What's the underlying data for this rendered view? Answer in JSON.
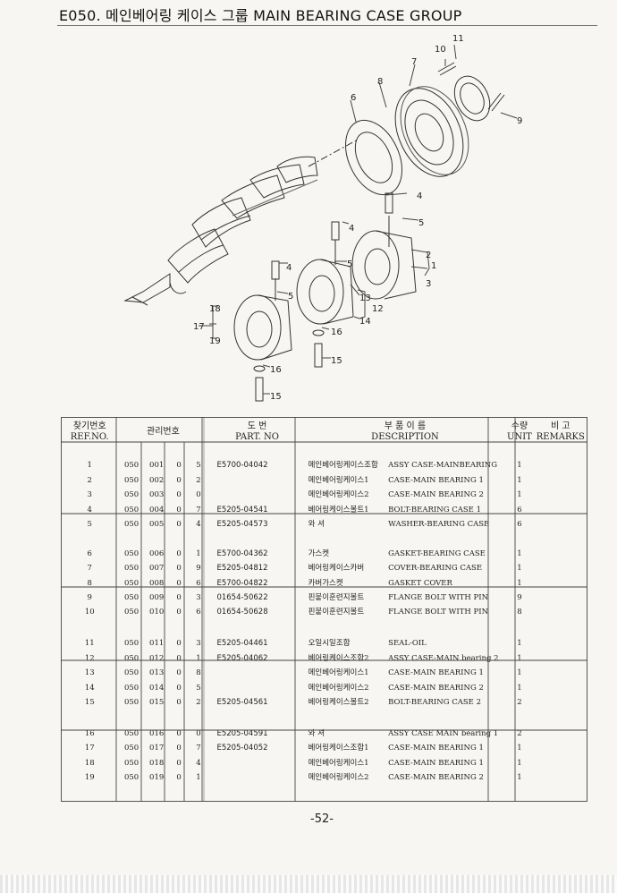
{
  "title": "E050. 메인베어링 케이스 그룹 MAIN BEARING CASE GROUP",
  "diagram_callouts": [
    "1",
    "2",
    "3",
    "4",
    "4",
    "4",
    "5",
    "5",
    "5",
    "6",
    "7",
    "8",
    "9",
    "10",
    "11",
    "12",
    "13",
    "14",
    "15",
    "15",
    "16",
    "16",
    "17",
    "18",
    "19"
  ],
  "headers": {
    "ref_kor": "찾기번호",
    "ref_eng": "REF.NO.",
    "mgmt": "관리번호",
    "drawing_kor": "도 번",
    "part_no": "PART. NO",
    "name_kor": "부 품 이 름",
    "description": "DESCRIPTION",
    "qty_kor": "수량",
    "unit": "UNIT",
    "remarks_kor": "비 고",
    "remarks": "REMARKS"
  },
  "groups": [
    [
      {
        "ref": "1",
        "m1": "050",
        "m2": "001",
        "m3": "0",
        "m4": "5",
        "part": "E5700-04042",
        "kor": "메인베어링케이스조합",
        "desc": "ASSY CASE-MAINBEARING",
        "unit": "1"
      },
      {
        "ref": "2",
        "m1": "050",
        "m2": "002",
        "m3": "0",
        "m4": "2",
        "part": "",
        "kor": "메인베어링케이스1",
        "desc": "CASE-MAIN BEARING 1",
        "unit": "1"
      },
      {
        "ref": "3",
        "m1": "050",
        "m2": "003",
        "m3": "0",
        "m4": "0",
        "part": "",
        "kor": "메인베어링케이스2",
        "desc": "CASE-MAIN BEARING 2",
        "unit": "1"
      },
      {
        "ref": "4",
        "m1": "050",
        "m2": "004",
        "m3": "0",
        "m4": "7",
        "part": "E5205-04541",
        "kor": "베어링케이스볼트1",
        "desc": "BOLT-BEARING CASE 1",
        "unit": "6"
      },
      {
        "ref": "5",
        "m1": "050",
        "m2": "005",
        "m3": "0",
        "m4": "4",
        "part": "E5205-04573",
        "kor": "와 셔",
        "desc": "WASHER-BEARING CASE",
        "unit": "6"
      }
    ],
    [
      {
        "ref": "6",
        "m1": "050",
        "m2": "006",
        "m3": "0",
        "m4": "1",
        "part": "E5700-04362",
        "kor": "가스켓",
        "desc": "GASKET-BEARING CASE",
        "unit": "1"
      },
      {
        "ref": "7",
        "m1": "050",
        "m2": "007",
        "m3": "0",
        "m4": "9",
        "part": "E5205-04812",
        "kor": "베어링케이스카버",
        "desc": "COVER-BEARING CASE",
        "unit": "1"
      },
      {
        "ref": "8",
        "m1": "050",
        "m2": "008",
        "m3": "0",
        "m4": "6",
        "part": "E5700-04822",
        "kor": "카버가스켓",
        "desc": "GASKET COVER",
        "unit": "1"
      },
      {
        "ref": "9",
        "m1": "050",
        "m2": "009",
        "m3": "0",
        "m4": "3",
        "part": "01654-50622",
        "kor": "핀붙이훈련지볼트",
        "desc": "FLANGE BOLT WITH PIN",
        "unit": "9"
      },
      {
        "ref": "10",
        "m1": "050",
        "m2": "010",
        "m3": "0",
        "m4": "6",
        "part": "01654-50628",
        "kor": "핀붙이훈련지볼트",
        "desc": "FLANGE BOLT WITH PIN",
        "unit": "8"
      }
    ],
    [
      {
        "ref": "11",
        "m1": "050",
        "m2": "011",
        "m3": "0",
        "m4": "3",
        "part": "E5205-04461",
        "kor": "오일시일조합",
        "desc": "SEAL-OIL",
        "unit": "1"
      },
      {
        "ref": "12",
        "m1": "050",
        "m2": "012",
        "m3": "0",
        "m4": "1",
        "part": "E5205-04062",
        "kor": "베어링케이스조합2",
        "desc": "ASSY CASE-MAIN bearing 2",
        "unit": "1"
      },
      {
        "ref": "13",
        "m1": "050",
        "m2": "013",
        "m3": "0",
        "m4": "8",
        "part": "",
        "kor": "메인베어링케이스1",
        "desc": "CASE-MAIN BEARING 1",
        "unit": "1"
      },
      {
        "ref": "14",
        "m1": "050",
        "m2": "014",
        "m3": "0",
        "m4": "5",
        "part": "",
        "kor": "메인베어링케이스2",
        "desc": "CASE-MAIN BEARING 2",
        "unit": "1"
      },
      {
        "ref": "15",
        "m1": "050",
        "m2": "015",
        "m3": "0",
        "m4": "2",
        "part": "E5205-04561",
        "kor": "베어링케이스볼트2",
        "desc": "BOLT-BEARING CASE 2",
        "unit": "2"
      }
    ],
    [
      {
        "ref": "16",
        "m1": "050",
        "m2": "016",
        "m3": "0",
        "m4": "0",
        "part": "E5205-04591",
        "kor": "와 셔",
        "desc": "ASSY CASE MAIN bearing 1",
        "unit": "2"
      },
      {
        "ref": "17",
        "m1": "050",
        "m2": "017",
        "m3": "0",
        "m4": "7",
        "part": "E5205-04052",
        "kor": "베어링케이스조합1",
        "desc": "CASE-MAIN BEARING 1",
        "unit": "1"
      },
      {
        "ref": "18",
        "m1": "050",
        "m2": "018",
        "m3": "0",
        "m4": "4",
        "part": "",
        "kor": "메인베어링케이스1",
        "desc": "CASE-MAIN BEARING 1",
        "unit": "1"
      },
      {
        "ref": "19",
        "m1": "050",
        "m2": "019",
        "m3": "0",
        "m4": "1",
        "part": "",
        "kor": "메인베어링케이스2",
        "desc": "CASE-MAIN BEARING 2",
        "unit": "1"
      }
    ]
  ],
  "page_number": "-52-"
}
